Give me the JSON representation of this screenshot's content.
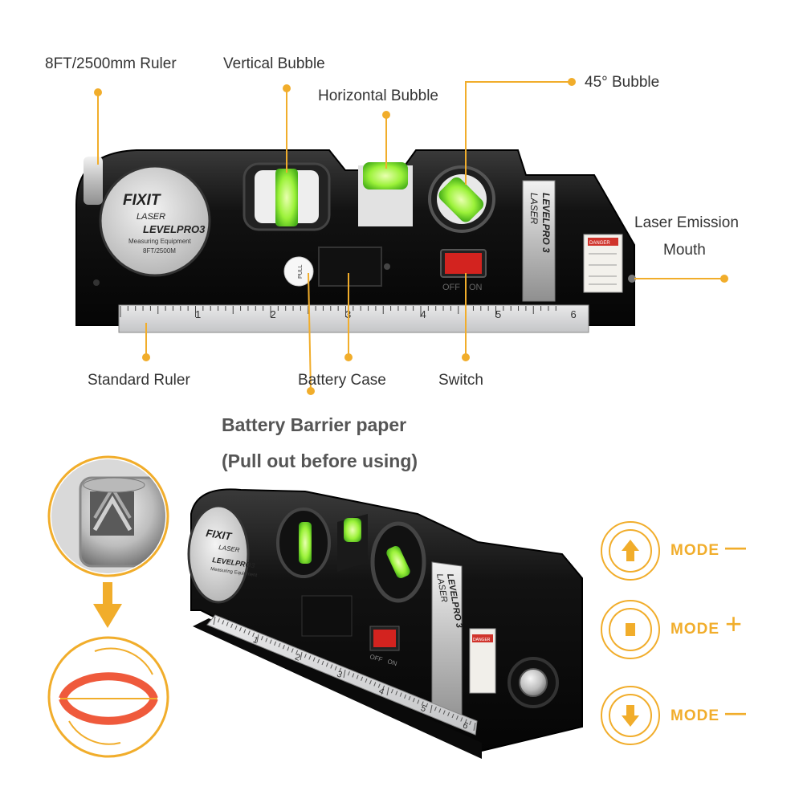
{
  "colors": {
    "accent": "#f1ad2b",
    "body": "#151515",
    "ruler": "#cfd0d2",
    "bubble": "#8df02e",
    "arrow": "#ef5a3c",
    "text": "#333333"
  },
  "callouts": {
    "ruler_8ft": "8FT/2500mm Ruler",
    "vertical_bubble": "Vertical Bubble",
    "horizontal_bubble": "Horizontal Bubble",
    "bubble_45": "45° Bubble",
    "laser_mouth_1": "Laser Emission",
    "laser_mouth_2": "Mouth",
    "standard_ruler": "Standard Ruler",
    "battery_case": "Battery Case",
    "switch": "Switch",
    "barrier_1": "Battery Barrier paper",
    "barrier_2": "(Pull out before using)"
  },
  "device": {
    "brand": "FIXIT",
    "laser": "LASER",
    "model": "LEVELPRO3",
    "sub": "Measuring Equipment",
    "spec": "8FT/2500M",
    "side_1": "LASER",
    "side_2": "LEVELPRO 3",
    "pull": "PULL",
    "switch_off": "OFF",
    "switch_on": "ON",
    "danger": "DANGER",
    "ruler_marks": [
      "1",
      "2",
      "3",
      "4",
      "5",
      "6"
    ]
  },
  "modes": [
    {
      "label": "MODE",
      "sign": "—",
      "icon": "up-arrow-icon"
    },
    {
      "label": "MODE",
      "sign": "+",
      "icon": "square-icon"
    },
    {
      "label": "MODE",
      "sign": "—",
      "icon": "down-arrow-icon"
    }
  ]
}
